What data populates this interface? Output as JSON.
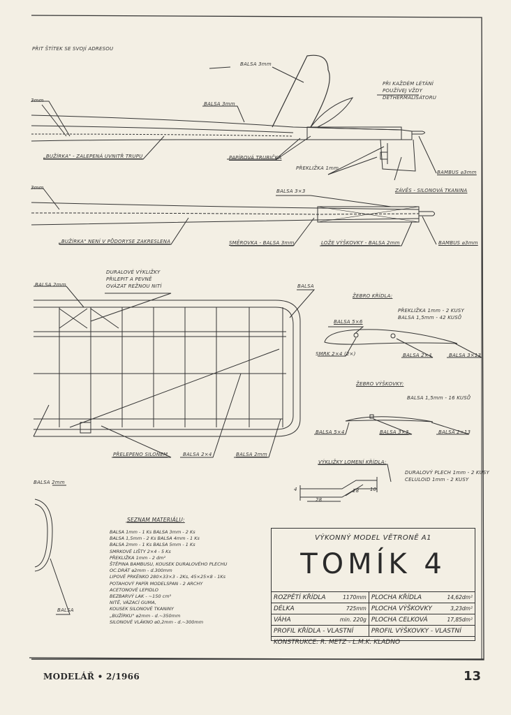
{
  "labels": {
    "name_plate": "PŘIT ŠTÍTEK SE SVOJÍ ADRESOU",
    "balsa_3mm": "BALSA 3mm",
    "balsa_3mm_2": "BALSA 3mm",
    "dt_note_1": "PŘI KAŽDÉM LÉTÁNÍ",
    "dt_note_2": "POUŽÍVEJ VŽDY",
    "dt_note_3": "DETHERMALISÁTORU",
    "mm3": "3mm",
    "buzirka_glued": "„BUŽÍRKA\" - ZALEPENÁ UVNITŘ TRUPU",
    "paper_tube": "PAPÍROVÁ TRUBIČKA",
    "plywood_1mm": "PŘEKLIŽKA 1mm",
    "bamboo": "BAMBUS ⌀3mm",
    "hinge": "ZÁVĚS - SILONOVÁ TKANINA",
    "balsa_3x3": "BALSA 3×3",
    "buzirka_not_drawn": "„BUŽÍRKA\" NENÍ V PŮDORYSE ZAKRESLENA",
    "rudder": "SMĚROVKA - BALSA 3mm",
    "stab_bed": "LOŽE VÝŠKOVKY - BALSA 2mm",
    "dural_1": "DURALOVÉ VÝKLIŽKY",
    "dural_2": "PŘILEPIT A PEVNĚ",
    "dural_3": "OVÁZAT REŽNOU NITÍ",
    "balsa_2mm": "BALSA 2mm",
    "balsa": "BALSA",
    "nylon_covered": "PŘELEPENO SILONEM",
    "balsa_2x4": "BALSA 2×4",
    "wing_rib": "ŽEBRO KŘÍDLA:",
    "wing_rib_mat_1": "PŘEKLIŽKA 1mm - 2 KUSY",
    "wing_rib_mat_2": "BALSA 1,5mm - 42 KUSŮ",
    "balsa_5x6": "BALSA 5×6",
    "pine_2x4": "SMRK 2×4 (2×)",
    "balsa_3x13": "BALSA 3×13",
    "stab_rib": "ŽEBRO VÝŠKOVKY:",
    "stab_rib_mat": "BALSA 1,5mm - 16 KUSŮ",
    "balsa_5x4": "BALSA 5×4",
    "balsa_2x13": "BALSA 2×13",
    "dihedral_joiners": "VÝKLIŽKY LOMENÍ KŘÍDLA:",
    "joiner_mat_1": "DURALOVÝ PLECH 1mm - 2 KUSY",
    "joiner_mat_2": "CELULOID 1mm - 2 KUSY",
    "dim_4": "4",
    "dim_28": "28",
    "dim_10": "10"
  },
  "materials": {
    "heading": "SEZNAM MATERIÁLU:",
    "lines": [
      "BALSA 1mm - 1 Ks        BALSA 3mm - 2 Ks",
      "BALSA 1,5mm - 2 Ks      BALSA 4mm - 1 Ks",
      "BALSA 2mm - 1 Ks        BALSA 5mm - 1 Ks",
      "SMRKOVÉ LIŠTY 2×4 - 5 Ks",
      "PŘEKLIŽKA 1mm - 2 dm²",
      "ŠTĚPINA BAMBUSU, KOUSEK DURALOVÉHO PLECHU",
      "OC.DRÁT ⌀2mm - d.300mm",
      "LIPOVÉ PRKÉNKO 280×33×3 - 2Ks, 45×25×8 - 1Ks",
      "POTAHOVÝ PAPÍR MODELSPAN - 2 ARCHY",
      "ACETONOVÉ LEPIDLO",
      "BEZBARVÝ LAK - ~150 cm³",
      "NITĚ, VÁZACÍ GUMA,",
      "KOUSEK SILONOVÉ TKANINY",
      "„BUŽÍRKU\" ⌀2mm - d.~350mm",
      "SILONOVÉ VLÁKNO ⌀0,2mm - d.~300mm",
      ""
    ]
  },
  "title_block": {
    "subtitle": "VÝKONNÝ MODEL VĚTRONĚ A1",
    "model_name": "TOMÍK 4",
    "specs": [
      {
        "k1": "ROZPĚTÍ KŘÍDLA",
        "v1": "1170mm",
        "k2": "PLOCHA KŘÍDLA",
        "v2": "14,62dm²"
      },
      {
        "k1": "DÉLKA",
        "v1": "725mm",
        "k2": "PLOCHA VÝŠKOVKY",
        "v2": "3,23dm²"
      },
      {
        "k1": "VÁHA",
        "v1": "min. 220g",
        "k2": "PLOCHA CELKOVÁ",
        "v2": "17,85dm²"
      }
    ],
    "profile_wing": "PROFIL KŘÍDLA - VLASTNÍ",
    "profile_stab": "PROFIL VÝŠKOVKY - VLASTNÍ",
    "construction": "KONSTRUKCE: R. METZ - L.M.K. KLADNO"
  },
  "footer": {
    "magazine": "MODELÁŘ • 2/1966",
    "page": "13"
  }
}
